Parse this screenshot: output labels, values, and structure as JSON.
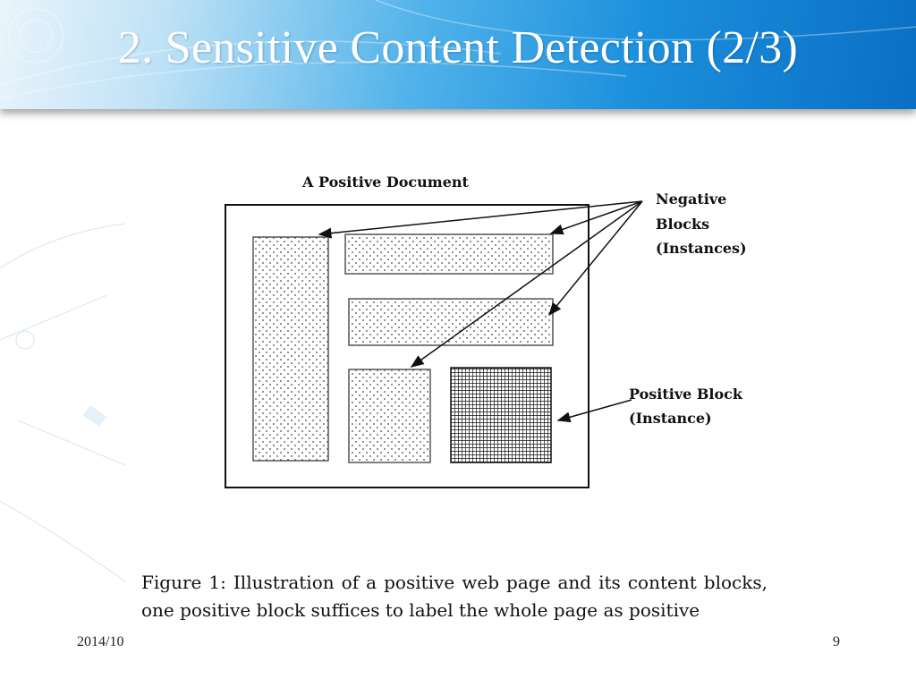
{
  "slide": {
    "title": "2. Sensitive Content Detection (2/3)",
    "date": "2014/10",
    "page_number": "9"
  },
  "diagram": {
    "document_label": "A Positive Document",
    "negative_label": [
      "Negative",
      "Blocks",
      "(Instances)"
    ],
    "positive_label": [
      "Positive Block",
      "(Instance)"
    ]
  },
  "figure": {
    "caption": "Figure 1: Illustration of a positive web page and its content blocks, one positive block suffices to label the whole page as positive"
  },
  "colors": {
    "header_dark": "#0a6fc4",
    "header_light": "#bfe2f6",
    "title_text": "#ffffff"
  }
}
